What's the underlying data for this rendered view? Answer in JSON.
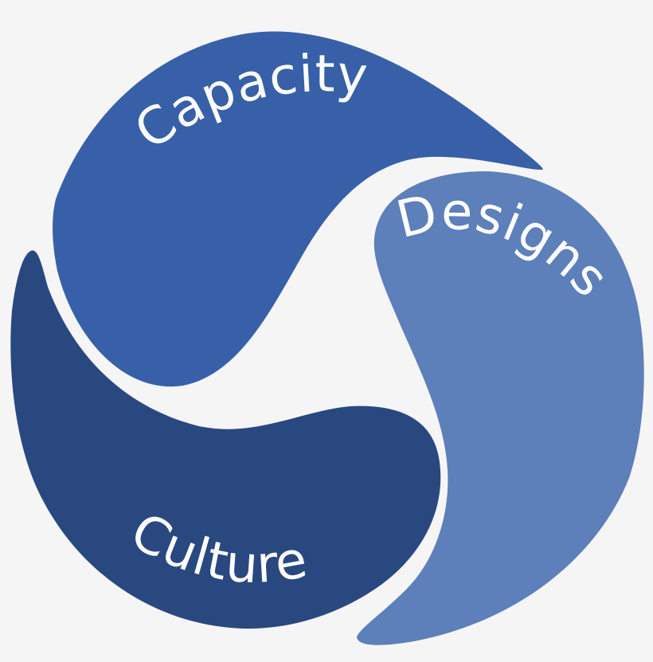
{
  "diagram": {
    "type": "three-part cycle",
    "background_color": "#f5f5f5",
    "segments": [
      {
        "id": "capacity",
        "label": "Capacity",
        "color": "#3760a9",
        "text_color": "#ffffff"
      },
      {
        "id": "designs",
        "label": "Designs",
        "color": "#5d7fba",
        "text_color": "#ffffff"
      },
      {
        "id": "culture",
        "label": "Culture",
        "color": "#2a4880",
        "text_color": "#ffffff"
      }
    ]
  }
}
